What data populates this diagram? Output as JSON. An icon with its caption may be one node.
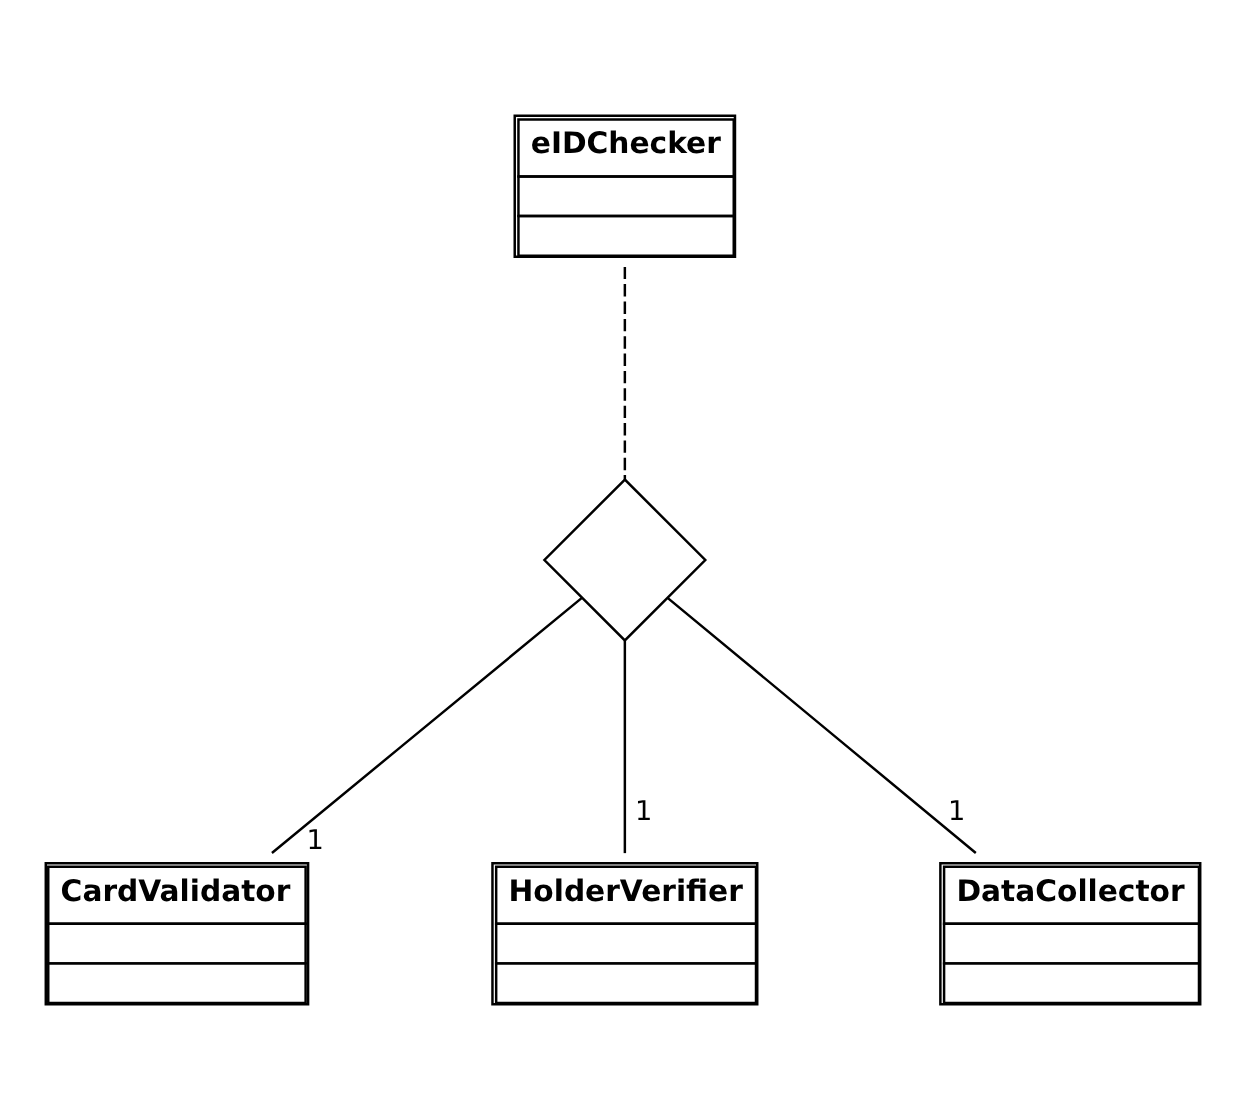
{
  "diagram": {
    "nodes": [
      {
        "text": [
          "eIDChecker"
        ]
      },
      {
        "text": [],
        "shape": "diamond"
      },
      {
        "text": [
          "CardValidator"
        ]
      },
      {
        "text": [
          "HolderVerifier"
        ]
      },
      {
        "text": [
          "DataCollector"
        ]
      }
    ],
    "edges": [
      {
        "from": 0,
        "to": 1,
        "arrow": "none",
        "style": "dashed"
      },
      {
        "from": 1,
        "to": 2,
        "arrow": "none",
        "label": "1"
      },
      {
        "from": 1,
        "to": 3,
        "arrow": "none",
        "label": "1"
      },
      {
        "from": 1,
        "to": 4,
        "arrow": "none",
        "label": "1"
      }
    ]
  }
}
